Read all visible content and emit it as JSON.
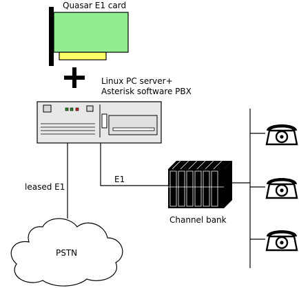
{
  "labels": {
    "card": "Quasar E1 card",
    "plus": "+",
    "server_line1": "Linux PC server+",
    "server_line2": "Asterisk software PBX",
    "leased": "leased E1",
    "e1": "E1",
    "channel_bank": "Channel bank",
    "pstn": "PSTN"
  },
  "colors": {
    "card_fill": "#90ee90",
    "connector_fill": "#ffff66",
    "server_fill": "#e8e8e8",
    "led_green": "#2e8b2e",
    "led_red": "#cc2222",
    "bank_fill": "#000000",
    "line": "#000000"
  },
  "icons": [
    "e1-card-icon",
    "pc-server-icon",
    "channel-bank-icon",
    "telephone-icon",
    "cloud-icon"
  ],
  "phone_count": 3
}
